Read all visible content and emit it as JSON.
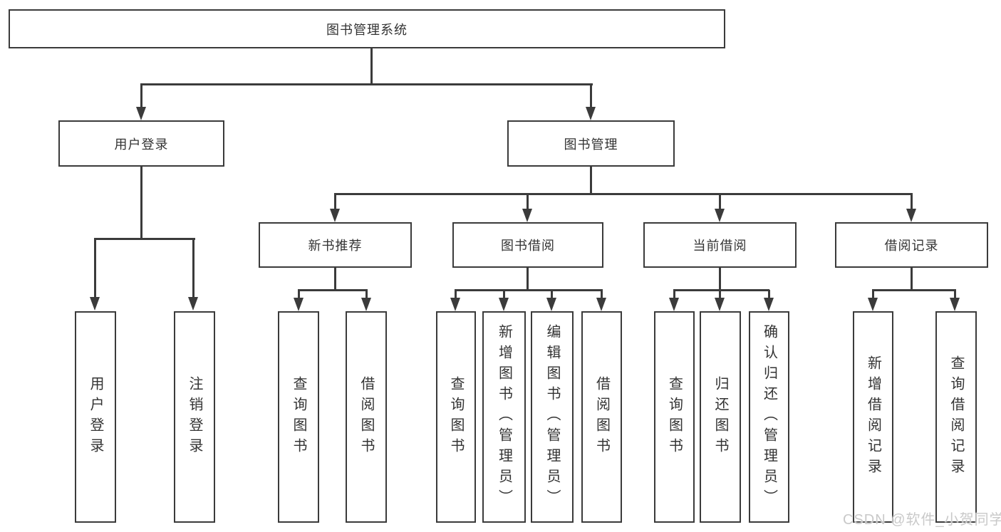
{
  "diagram": {
    "type": "tree",
    "root": {
      "label": "图书管理系统"
    },
    "level2": [
      {
        "label": "用户登录"
      },
      {
        "label": "图书管理"
      }
    ],
    "level3": [
      {
        "label": "新书推荐"
      },
      {
        "label": "图书借阅"
      },
      {
        "label": "当前借阅"
      },
      {
        "label": "借阅记录"
      }
    ],
    "leaves": [
      {
        "label": "用户登录",
        "parent": "用户登录"
      },
      {
        "label": "注销登录",
        "parent": "用户登录"
      },
      {
        "label": "查询图书",
        "parent": "新书推荐"
      },
      {
        "label": "借阅图书",
        "parent": "新书推荐"
      },
      {
        "label": "查询图书",
        "parent": "图书借阅"
      },
      {
        "label": "新增图书（管理员）",
        "parent": "图书借阅"
      },
      {
        "label": "编辑图书（管理员）",
        "parent": "图书借阅"
      },
      {
        "label": "借阅图书",
        "parent": "图书借阅"
      },
      {
        "label": "查询图书",
        "parent": "当前借阅"
      },
      {
        "label": "归还图书",
        "parent": "当前借阅"
      },
      {
        "label": "确认归还（管理员）",
        "parent": "当前借阅"
      },
      {
        "label": "新增借阅记录",
        "parent": "借阅记录"
      },
      {
        "label": "查询借阅记录",
        "parent": "借阅记录"
      }
    ],
    "colors": {
      "line": "#3b3b3b",
      "border": "#3b3b3b",
      "text": "#333333",
      "background": "#ffffff",
      "watermark": "#c9c9c9"
    }
  },
  "watermark": {
    "text": "CSDN @软件_小贺同学"
  }
}
